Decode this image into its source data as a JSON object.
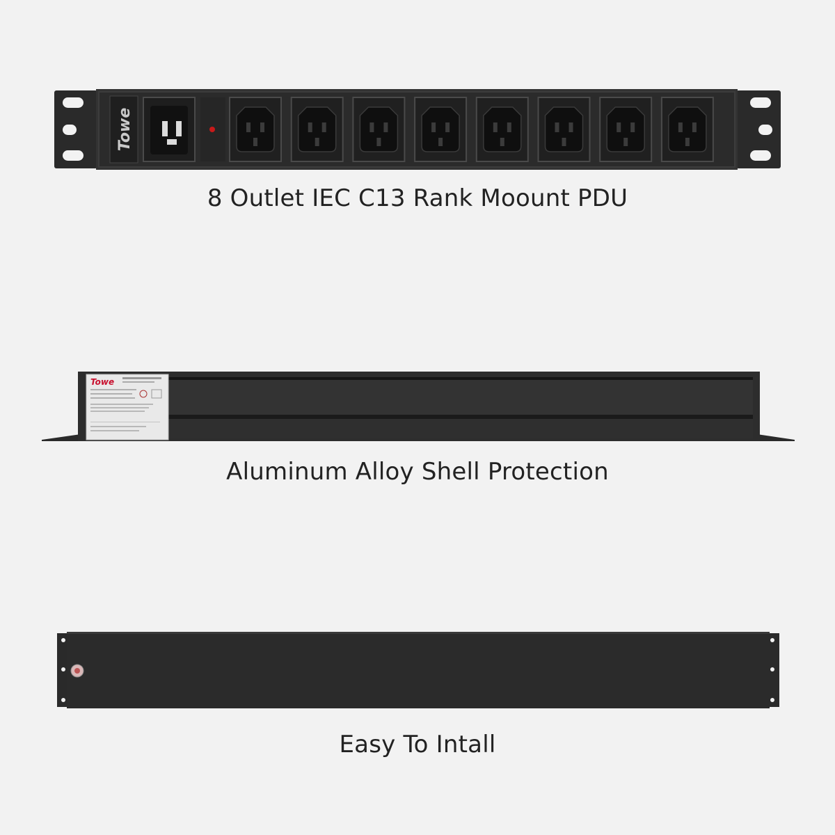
{
  "views": [
    {
      "name": "front-view",
      "caption": "8 Outlet IEC C13  Rank Moount PDU",
      "brand": "Towe",
      "outlet_count": 8
    },
    {
      "name": "side-view",
      "caption": "Aluminum Alloy Shell Protection",
      "brand": "Towe"
    },
    {
      "name": "back-view",
      "caption": "Easy To Intall"
    }
  ],
  "colors": {
    "background": "#f2f2f2",
    "body": "#2b2b2b",
    "body_dark": "#1a1a1a",
    "socket": "#111111",
    "indicator": "#c81a1a",
    "brand_red": "#c8102e"
  }
}
